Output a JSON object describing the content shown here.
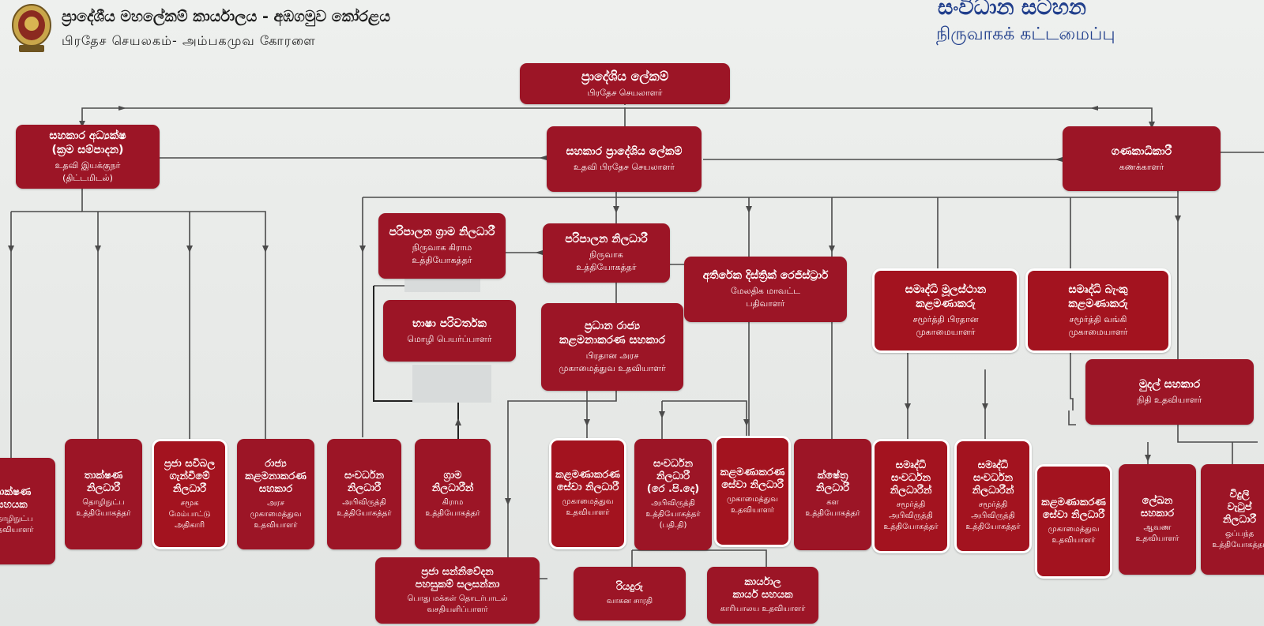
{
  "header": {
    "office_si": "ප්‍රාදේශීය මහලේකම් කාර්යාලය - අඹගමුව කෝරළය",
    "office_ta": "பிரதேச செயலகம்- அம்பகமுவ கோரளை",
    "title_si": "සංවිධාන සටහන",
    "title_ta": "நிருவாகக் கட்டமைப்பு"
  },
  "nodes": [
    {
      "id": "ds",
      "si": "ප්‍රාදේශිය ලේකම්",
      "ta": "பிரதேச செயலாளர்"
    },
    {
      "id": "ads",
      "si": "සහකාර ප්‍රාදේශිය ලේකම්",
      "ta": "உதவி பிரதேச செயலாளர்"
    },
    {
      "id": "dd",
      "si": "සහකාර අධ්‍යක්ෂ\n(ක්‍රම සම්පාදන)",
      "ta": "உதவி இயக்குநர்\n(திட்டமிடல்)"
    },
    {
      "id": "acc",
      "si": "ගණකාධිකාරී",
      "ta": "கணக்காளர்"
    },
    {
      "id": "agn",
      "si": "පරිපාලන ග්‍රාම නිලධාරී",
      "ta": "நிருவாக கிராம\nஉத்தியோகத்தர்"
    },
    {
      "id": "ao",
      "si": "පරිපාලන නිලධාරී",
      "ta": "நிருவாக\nஉத்தியோகத்தர்"
    },
    {
      "id": "adr",
      "si": "අතිරේක දිස්ත්‍රික් රෙජිස්ට්‍රාර්",
      "ta": "மேலதிக மாவட்ட\nபதிவாளர்"
    },
    {
      "id": "trans",
      "si": "භාෂා පරිවර්තක",
      "ta": "மொழி பெயர்ப்பாளர்"
    },
    {
      "id": "cma",
      "si": "ප්‍රධාන රාජ්‍ය\nකළමනාකරණ සහකාර",
      "ta": "பிரதான அரச\nமுகாமைத்துவ உதவியாளர்"
    },
    {
      "id": "smd",
      "si": "සමෘද්ධි මූලස්ථාන\nකළමණාකරු",
      "ta": "சமூர்த்தி பிரதான\nமுகாமையாளர்"
    },
    {
      "id": "smb",
      "si": "සමෘද්ධි බැංකු\nකළමණාකරු",
      "ta": "சமூர்த்தி வங்கி\nமுகாமையாளர்"
    },
    {
      "id": "fa",
      "si": "මුදල් සහකාර",
      "ta": "நிதி உதவியாளர்"
    },
    {
      "id": "ta1",
      "si": "තාක්ෂණ\nසහයක",
      "ta": "தொழிநுட்ப\nஉதவியாளர்"
    },
    {
      "id": "to",
      "si": "තාක්ෂණ\nනිලධාරී",
      "ta": "தொழிநுட்ப\nஉத்தியோகத்தர்"
    },
    {
      "id": "cbo",
      "si": "ප්‍රජා සවිබල\nගැන්වීමේ\nනිලධාරී",
      "ta": "சமூக\nமேம்பாட்டு\nஅதிகாரி"
    },
    {
      "id": "ma",
      "si": "රාජ්‍ය\nකළමනාකරණ\nසහකාර",
      "ta": "அரச\nமுகாமைத்துவ\nஉதவியாளர்"
    },
    {
      "id": "do",
      "si": "සංවර්ධන\nනිලධාරී",
      "ta": "அபிவிருத்தி\nஉத்தியோகத்தர்"
    },
    {
      "id": "gn",
      "si": "ග්‍රාම\nනිලධාරීන්",
      "ta": "கிராம\nஉத்தியோகத்தர்"
    },
    {
      "id": "mso",
      "si": "කළමණාකරණ\nසේවා නිලධාරී",
      "ta": "முகாமைத்துவ\nஉதவியாளர்"
    },
    {
      "id": "dop",
      "si": "සංවර්ධන\nනිලධාරී\n(රෙ .පි.දෙ)",
      "ta": "அபிவிருத்தி\nஉத்தியோகத்தர்\n(பதி.தி)"
    },
    {
      "id": "mso2",
      "si": "කළමණාකරණ\nසේවා නිලධාරී",
      "ta": "முகாமைத்துவ\nஉதவியாளர்"
    },
    {
      "id": "fo",
      "si": "ක්ෂේත්‍ර\nනිලධාරී",
      "ta": "கள\nஉத்தியோகத்தர்"
    },
    {
      "id": "sdo1",
      "si": "සමෘද්ධි\nසංවර්ධන\nනිලධාරීන්",
      "ta": "சமூர்த்தி\nஅபிவிருத்தி\nஉத்தியோகத்தர்"
    },
    {
      "id": "sdo2",
      "si": "සමෘද්ධි\nසංවර්ධන\nනිලධාරීන්",
      "ta": "சமூர்த்தி\nஅபிவிருத்தி\nஉத்தியோகத்தர்"
    },
    {
      "id": "mso3",
      "si": "කළමණාකරණ\nසේවා නිලධාරී",
      "ta": "முகாமைத்துவ\nஉதவியாளர்"
    },
    {
      "id": "ra",
      "si": "ලේඛන\nසහකාර",
      "ta": "ஆவண\nஉதவியாளர்"
    },
    {
      "id": "ew",
      "si": "විදුලි\nවැටුප්\nනිලධාරී",
      "ta": "ஒப்பந்த\nஉத்தியோகத்தர்"
    },
    {
      "id": "pr",
      "si": "ප්‍රජා සන්නිවේදන\nපහසුකම් සලසන්නා",
      "ta": "பொது மக்கள் தொடர்பாடல்\nவசதியளிப்பாளர்"
    },
    {
      "id": "drv",
      "si": "රියදුරු",
      "ta": "வாகன சாரதி"
    },
    {
      "id": "oa",
      "si": "කාර්යාල\nකාර්ය සහයක",
      "ta": "காரியாலய உதவியாளர்"
    }
  ]
}
